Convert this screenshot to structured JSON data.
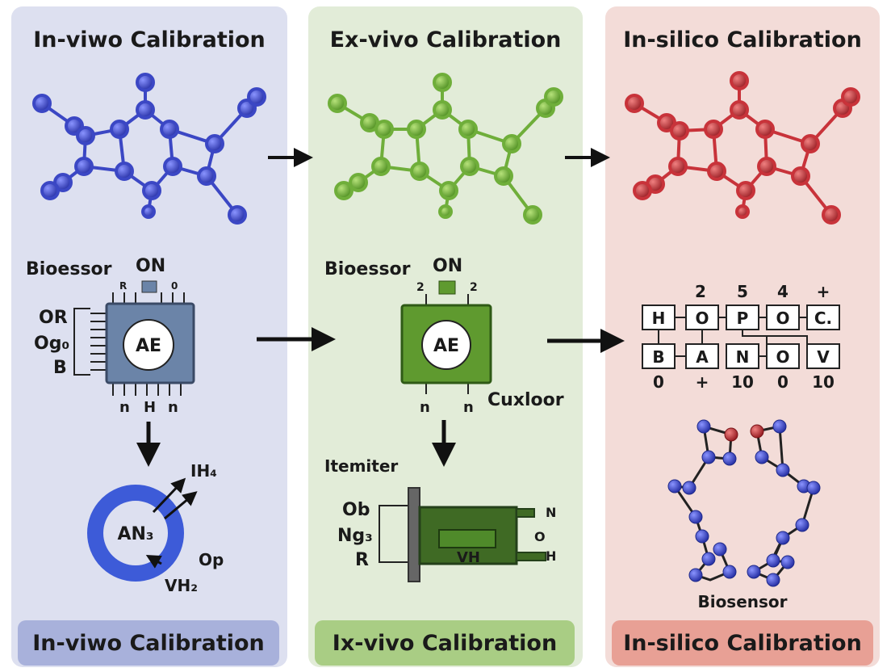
{
  "panels": {
    "in_vivo": {
      "title": "In-viwo Calibration",
      "footer": "In-viwo Calibration",
      "chip_label": "Bioessor",
      "chip_top": "ON",
      "chip_pin_left": "R",
      "chip_pin_right": "0",
      "chip_center": "AE",
      "side_labels": [
        "OR",
        "Og₀",
        "B"
      ],
      "bottom_pins": [
        "n",
        "H",
        "n"
      ],
      "ring_center": "AN₃",
      "ring_top": "IH₄",
      "ring_right": "Op",
      "ring_bottom": "VH₂"
    },
    "ex_vivo": {
      "title": "Ex-vivo Calibration",
      "footer": "Ix-vivo Calibration",
      "chip_label": "Bioessor",
      "chip_top": "ON",
      "chip_pin_left": "2",
      "chip_pin_right": "2",
      "chip_center": "AE",
      "bottom_pins": [
        "n",
        "n"
      ],
      "chip_side": "Cuxloor",
      "emitter_label": "Itemiter",
      "side_labels": [
        "Ob",
        "Ng₃",
        "R"
      ],
      "emitter_center": "VH",
      "emitter_right": [
        "N",
        "O",
        "H"
      ]
    },
    "in_silico": {
      "title": "In-silico Calibration",
      "footer": "In-silico Calibration",
      "grid_top": [
        "2",
        "5",
        "4",
        "+"
      ],
      "grid_row1": [
        "H",
        "O",
        "P",
        "O",
        "C."
      ],
      "grid_row2": [
        "B",
        "A",
        "N",
        "O",
        "V"
      ],
      "grid_bottom": [
        "0",
        "+",
        "10",
        "0",
        "10"
      ],
      "biosensor_label": "Biosensor"
    }
  },
  "colors": {
    "blue": "#3b47c4",
    "green": "#6fae3a",
    "red": "#c8333a"
  }
}
